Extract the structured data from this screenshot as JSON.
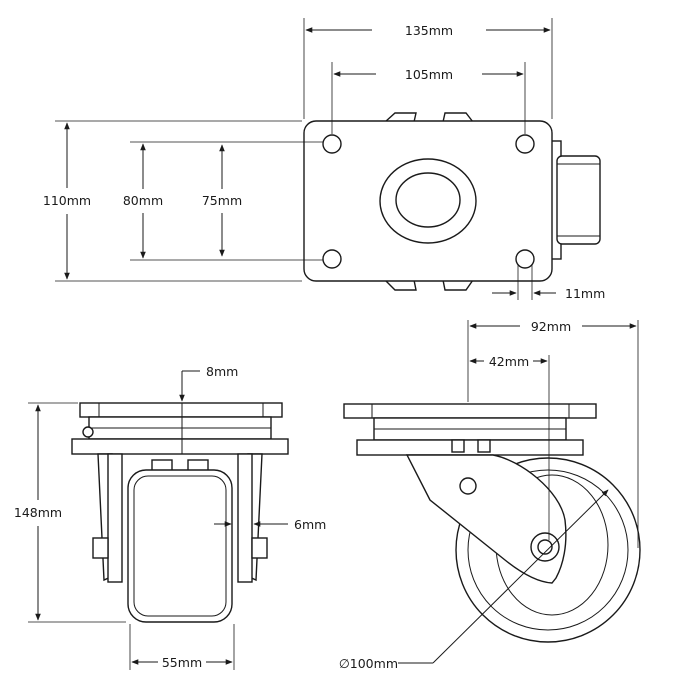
{
  "dimensions": {
    "top_width_outer": "135mm",
    "top_width_holes": "105mm",
    "top_height_outer": "110mm",
    "top_height_holes_a": "80mm",
    "top_height_holes_b": "75mm",
    "top_offset": "11mm",
    "front_plate_offset": "8mm",
    "front_height": "148mm",
    "front_wheel_gap": "6mm",
    "front_wheel_width": "55mm",
    "side_width": "92mm",
    "side_swivel_offset": "42mm",
    "wheel_diameter": "∅100mm"
  },
  "colors": {
    "stroke": "#1a1a1a",
    "fill": "#ffffff"
  }
}
